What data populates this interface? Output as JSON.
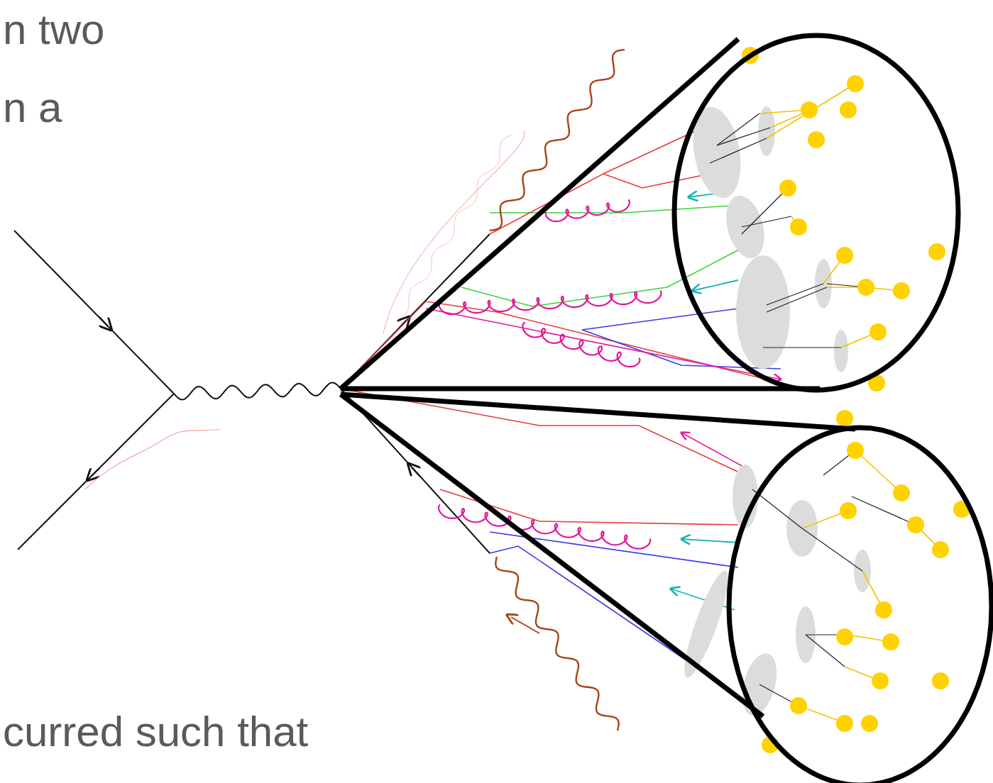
{
  "diagram": {
    "labels": [
      "n two",
      "n a",
      "curred such that"
    ]
  }
}
